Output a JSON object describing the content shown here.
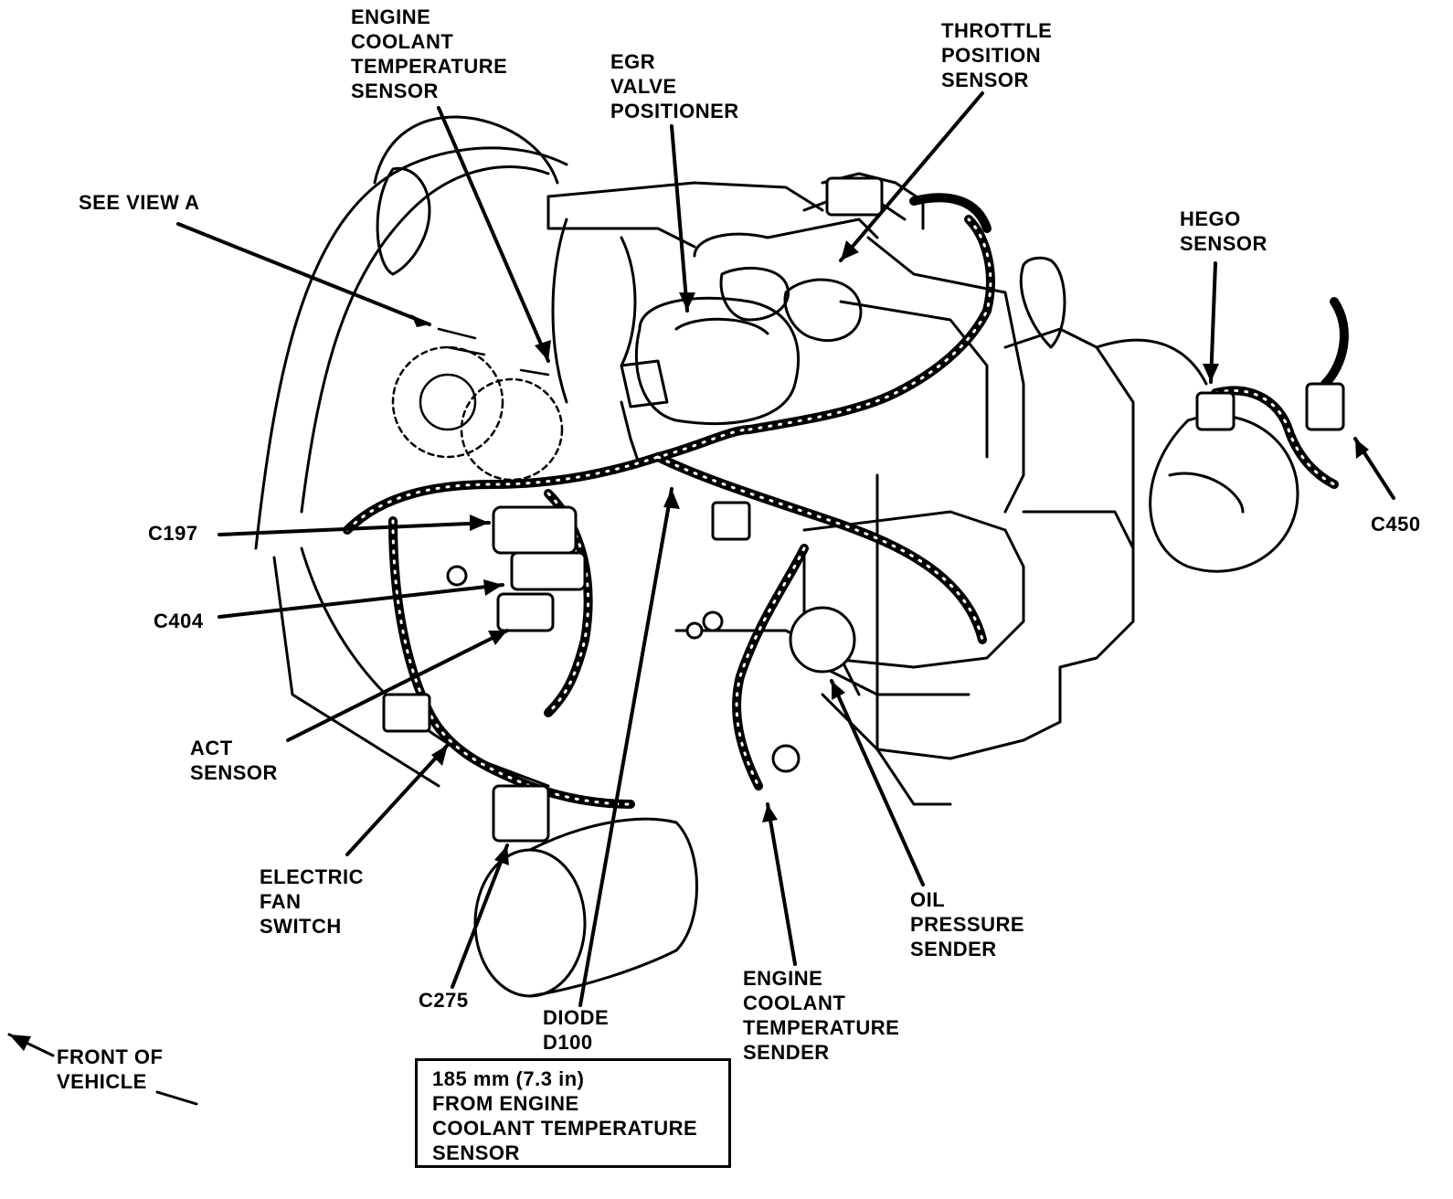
{
  "labels": {
    "engine_coolant_temperature_sensor": "ENGINE\nCOOLANT\nTEMPERATURE\nSENSOR",
    "egr_valve_positioner": "EGR\nVALVE\nPOSITIONER",
    "throttle_position_sensor": "THROTTLE\nPOSITION\nSENSOR",
    "see_view_a": "SEE VIEW A",
    "hego_sensor": "HEGO\nSENSOR",
    "c450": "C450",
    "c197": "C197",
    "c404": "C404",
    "act_sensor": "ACT\nSENSOR",
    "electric_fan_switch": "ELECTRIC\nFAN\nSWITCH",
    "c275": "C275",
    "diode_d100": "DIODE\nD100",
    "engine_coolant_temperature_sender": "ENGINE\nCOOLANT\nTEMPERATURE\nSENDER",
    "oil_pressure_sender": "OIL\nPRESSURE\nSENDER",
    "front_of_vehicle": "FRONT OF\nVEHICLE"
  },
  "note_box": {
    "text": "185 mm (7.3 in)\nFROM ENGINE\nCOOLANT TEMPERATURE\nSENSOR"
  },
  "colors": {
    "ink": "#000000",
    "paper": "#ffffff"
  }
}
